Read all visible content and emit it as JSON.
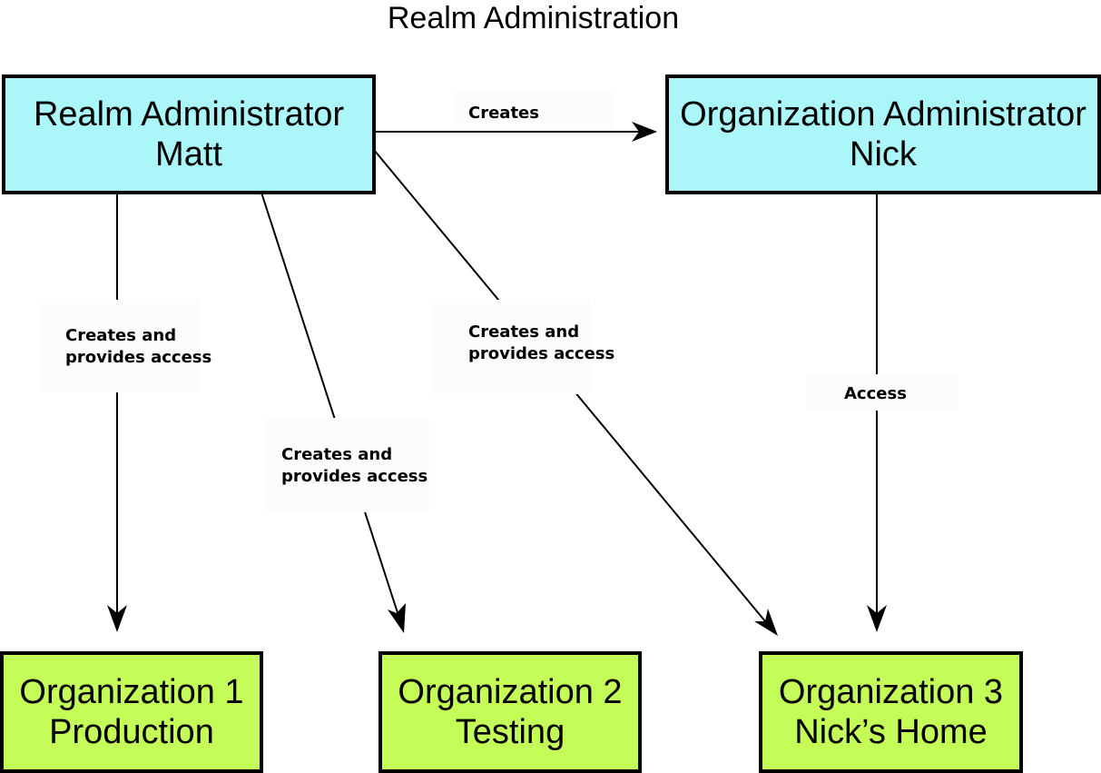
{
  "title": "Realm Administration",
  "colors": {
    "admin_fill": "#aaf6f8",
    "org_fill": "#c4fc58",
    "border": "#000000",
    "label_bg": "#fcfcfd"
  },
  "nodes": {
    "realm_admin": {
      "line1": "Realm Administrator",
      "line2": "Matt"
    },
    "org_admin": {
      "line1": "Organization Administrator",
      "line2": "Nick"
    },
    "org1": {
      "line1": "Organization 1",
      "line2": "Production"
    },
    "org2": {
      "line1": "Organization 2",
      "line2": "Testing"
    },
    "org3": {
      "line1": "Organization 3",
      "line2": "Nick’s Home"
    }
  },
  "edges": {
    "creates": {
      "line1": "Creates"
    },
    "to_org1": {
      "line1": "Creates and",
      "line2": "provides access"
    },
    "to_org2": {
      "line1": "Creates and",
      "line2": "provides access"
    },
    "to_org3": {
      "line1": "Creates and",
      "line2": "provides access"
    },
    "access": {
      "line1": "Access"
    }
  }
}
